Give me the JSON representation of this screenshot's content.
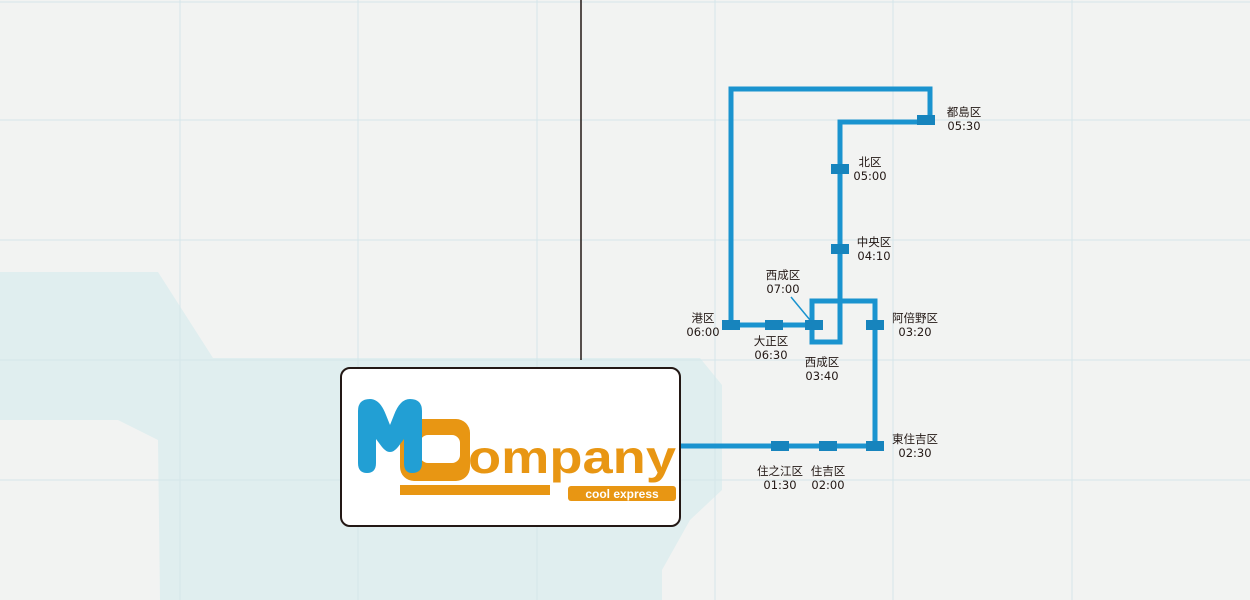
{
  "colors": {
    "route": "#1a93cf",
    "station": "#1784bd",
    "grid": "#d5e6ea",
    "water": "#e0eeef",
    "land": "#f2f3f2",
    "logo_blue": "#229fd4",
    "logo_orange": "#e89613"
  },
  "logo": {
    "letter_m": "M",
    "letter_c": "C",
    "wordmark": "ompany",
    "tagline": "cool express"
  },
  "stations": [
    {
      "name": "住之江区",
      "time": "01:30"
    },
    {
      "name": "住吉区",
      "time": "02:00"
    },
    {
      "name": "東住吉区",
      "time": "02:30"
    },
    {
      "name": "阿倍野区",
      "time": "03:20"
    },
    {
      "name": "西成区",
      "time": "03:40"
    },
    {
      "name": "中央区",
      "time": "04:10"
    },
    {
      "name": "北区",
      "time": "05:00"
    },
    {
      "name": "都島区",
      "time": "05:30"
    },
    {
      "name": "港区",
      "time": "06:00"
    },
    {
      "name": "大正区",
      "time": "06:30"
    },
    {
      "name": "西成区",
      "time": "07:00"
    }
  ]
}
